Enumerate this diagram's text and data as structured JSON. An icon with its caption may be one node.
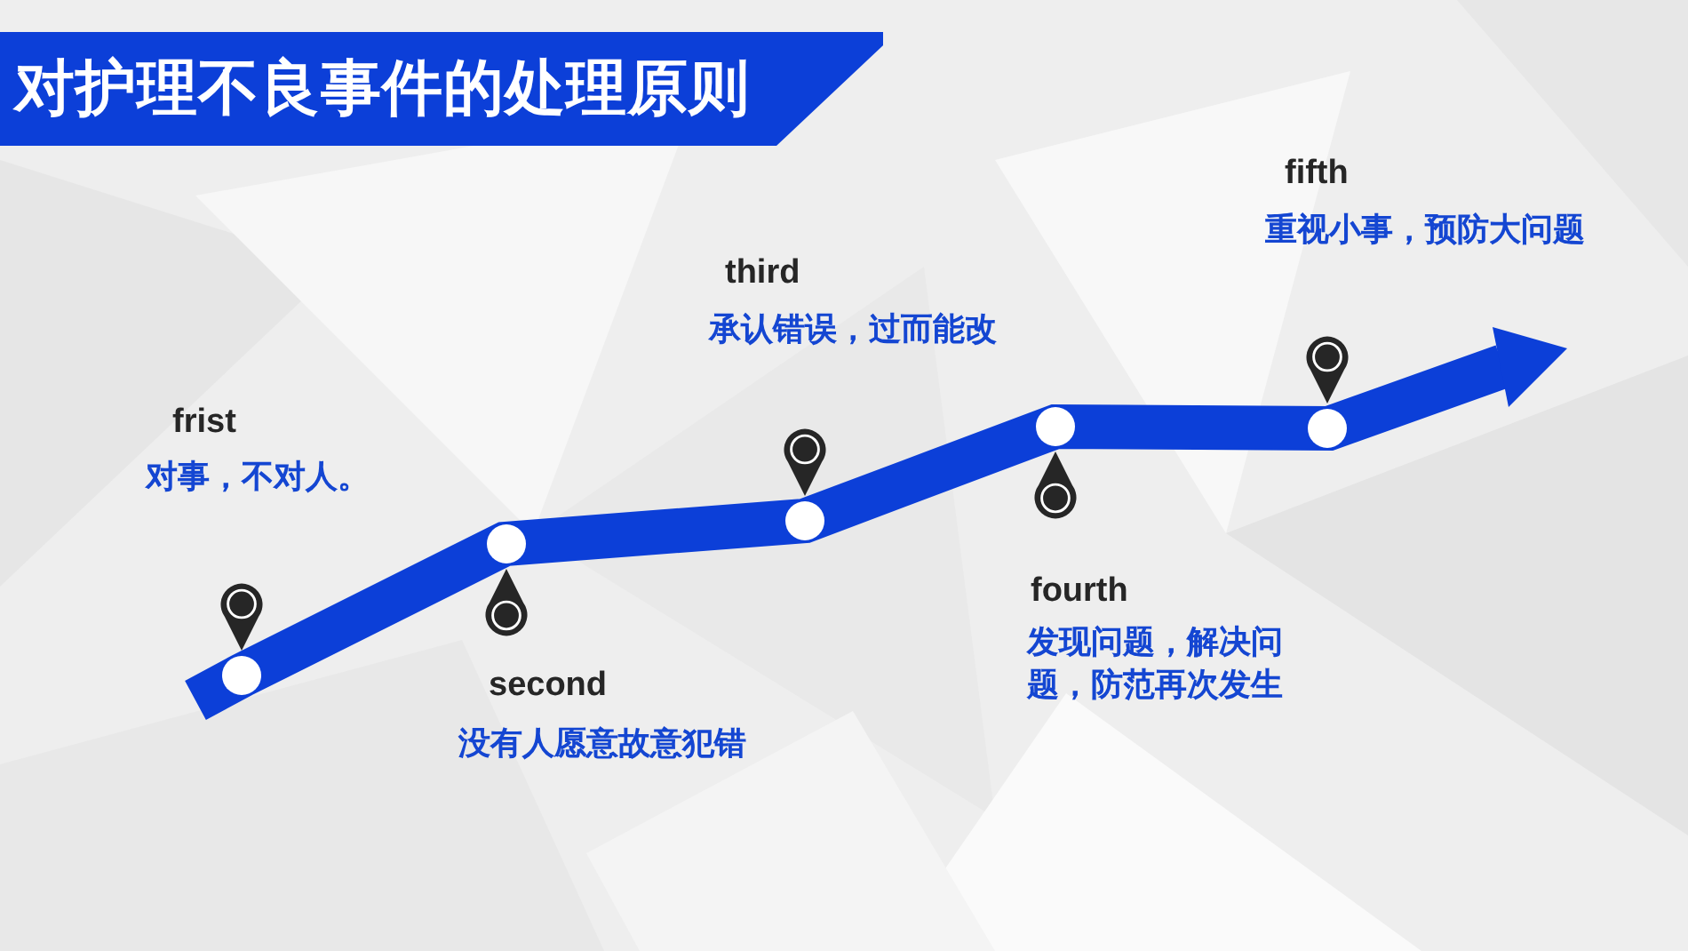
{
  "diagram": {
    "title": "对护理不良事件的处理原则",
    "labels": [
      "frist",
      "对事，不对人。",
      "second",
      "没有人愿意故意犯错",
      "third",
      "承认错误，过而能改",
      "fourth",
      "发现问题，解决问题，防范再次发生",
      "fifth",
      "重视小事，预防大问题"
    ]
  }
}
